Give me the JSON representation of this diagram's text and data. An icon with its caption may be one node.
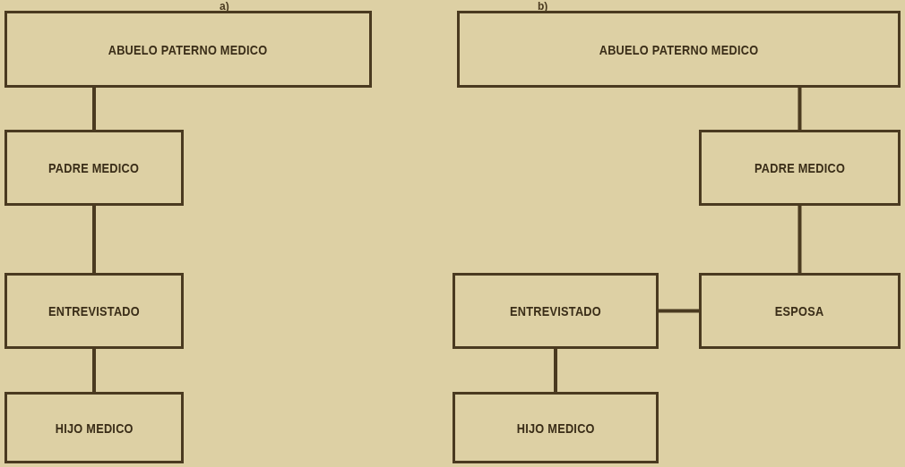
{
  "diagram": {
    "nodes": [
      {
        "text": [
          "ABUELO PATERNO MEDICO"
        ]
      },
      {
        "text": [
          "PADRE MEDICO"
        ]
      },
      {
        "text": [
          "ENTREVISTADO"
        ]
      },
      {
        "text": [
          "HIJO MEDICO"
        ]
      },
      {
        "text": [
          "ABUELO PATERNO MEDICO"
        ]
      },
      {
        "text": [
          "PADRE MEDICO"
        ]
      },
      {
        "text": [
          "ENTREVISTADO"
        ]
      },
      {
        "text": [
          "ESPOSA"
        ]
      },
      {
        "text": [
          "HIJO MEDICO"
        ]
      }
    ],
    "edges": [
      {
        "from": 0,
        "to": 1,
        "arrow": "none"
      },
      {
        "from": 1,
        "to": 2,
        "arrow": "none"
      },
      {
        "from": 2,
        "to": 3,
        "arrow": "none"
      },
      {
        "from": 4,
        "to": 5,
        "arrow": "none"
      },
      {
        "from": 5,
        "to": 7,
        "arrow": "none"
      },
      {
        "from": 6,
        "to": 7,
        "arrow": "none"
      },
      {
        "from": 6,
        "to": 8,
        "arrow": "none"
      }
    ],
    "labels": [
      "a)",
      "b)"
    ]
  }
}
